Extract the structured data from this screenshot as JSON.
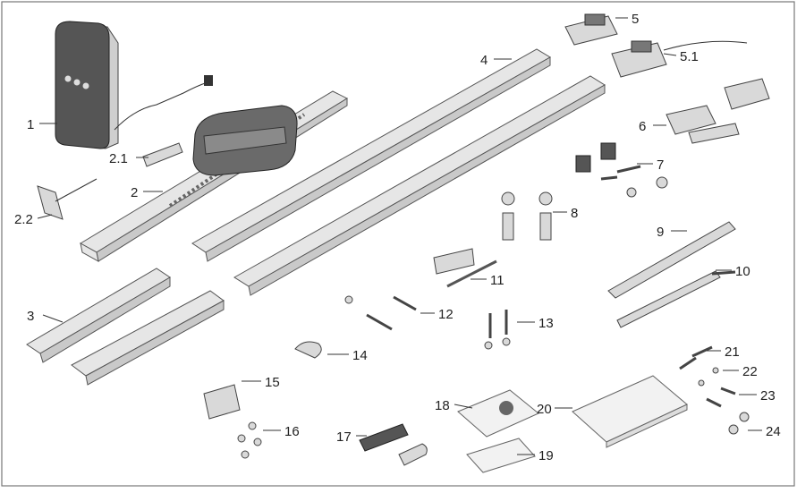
{
  "labels": {
    "p1": "1",
    "p2": "2",
    "p2_1": "2.1",
    "p2_2": "2.2",
    "p3": "3",
    "p4": "4",
    "p5": "5",
    "p5_1": "5.1",
    "p6": "6",
    "p7": "7",
    "p8": "8",
    "p9": "9",
    "p10": "10",
    "p11": "11",
    "p12": "12",
    "p13": "13",
    "p14": "14",
    "p15": "15",
    "p16": "16",
    "p17": "17",
    "p18": "18",
    "p19": "19",
    "p20": "20",
    "p21": "21",
    "p22": "22",
    "p23": "23",
    "p24": "24"
  }
}
